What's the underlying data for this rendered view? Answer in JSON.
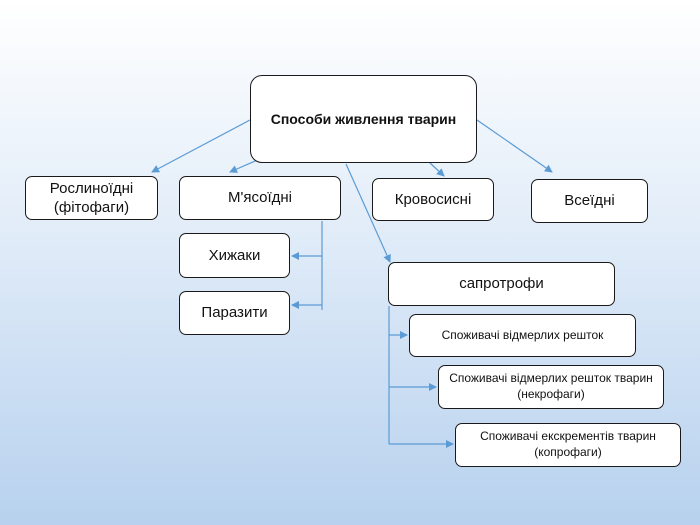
{
  "root": {
    "label": "Способи живлення тварин"
  },
  "categories": {
    "herbivores": "Рослиноїдні (фітофаги)",
    "carnivores": "М'ясоїдні",
    "bloodsuckers": "Кровосисні",
    "omnivores": "Всеїдні"
  },
  "carnivore_types": {
    "predators": "Хижаки",
    "parasites": "Паразити"
  },
  "saprotrophs": {
    "label": "сапротрофи",
    "types": [
      "Споживачі відмерлих решток",
      "Споживачі відмерлих решток тварин (некрофаги)",
      "Споживачі екскрементів тварин (копрофаги)"
    ]
  },
  "colors": {
    "connector": "#5b9bd5",
    "border": "#1a1a1a"
  }
}
